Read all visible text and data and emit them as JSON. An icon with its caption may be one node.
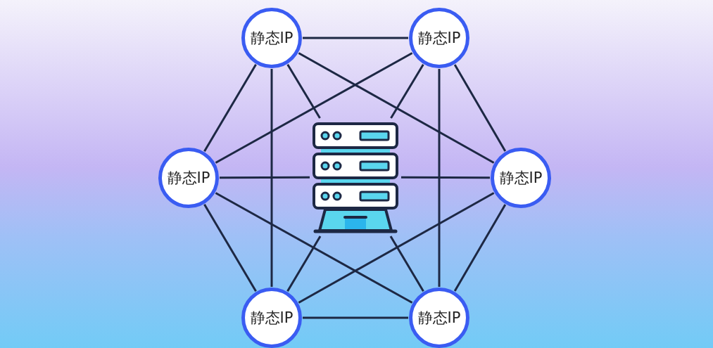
{
  "diagram": {
    "nodes": [
      {
        "text": [
          "静态IP"
        ]
      },
      {
        "text": [
          "静态IP"
        ]
      },
      {
        "text": [
          "静态IP"
        ]
      },
      {
        "text": [],
        "shape": "picture"
      },
      {
        "text": [
          "静态IP"
        ]
      },
      {
        "text": [
          "静态IP"
        ]
      },
      {
        "text": [
          "静态IP"
        ]
      }
    ],
    "edges": [
      {
        "from": 0,
        "to": 1,
        "arrow": "none"
      },
      {
        "from": 0,
        "to": 2,
        "arrow": "none"
      },
      {
        "from": 0,
        "to": 5,
        "arrow": "none"
      },
      {
        "from": 0,
        "to": 3,
        "arrow": "none"
      },
      {
        "from": 0,
        "to": 4,
        "arrow": "none"
      },
      {
        "from": 1,
        "to": 2,
        "arrow": "none"
      },
      {
        "from": 1,
        "to": 3,
        "arrow": "none"
      },
      {
        "from": 1,
        "to": 4,
        "arrow": "none"
      },
      {
        "from": 1,
        "to": 6,
        "arrow": "none"
      },
      {
        "from": 2,
        "to": 3,
        "arrow": "none"
      },
      {
        "from": 2,
        "to": 5,
        "arrow": "none"
      },
      {
        "from": 2,
        "to": 6,
        "arrow": "none"
      },
      {
        "from": 3,
        "to": 4,
        "arrow": "none"
      },
      {
        "from": 4,
        "to": 5,
        "arrow": "none"
      },
      {
        "from": 4,
        "to": 6,
        "arrow": "none"
      },
      {
        "from": 5,
        "to": 3,
        "arrow": "none"
      },
      {
        "from": 6,
        "to": 3,
        "arrow": "none"
      },
      {
        "from": 5,
        "to": 6,
        "arrow": "none"
      }
    ]
  }
}
